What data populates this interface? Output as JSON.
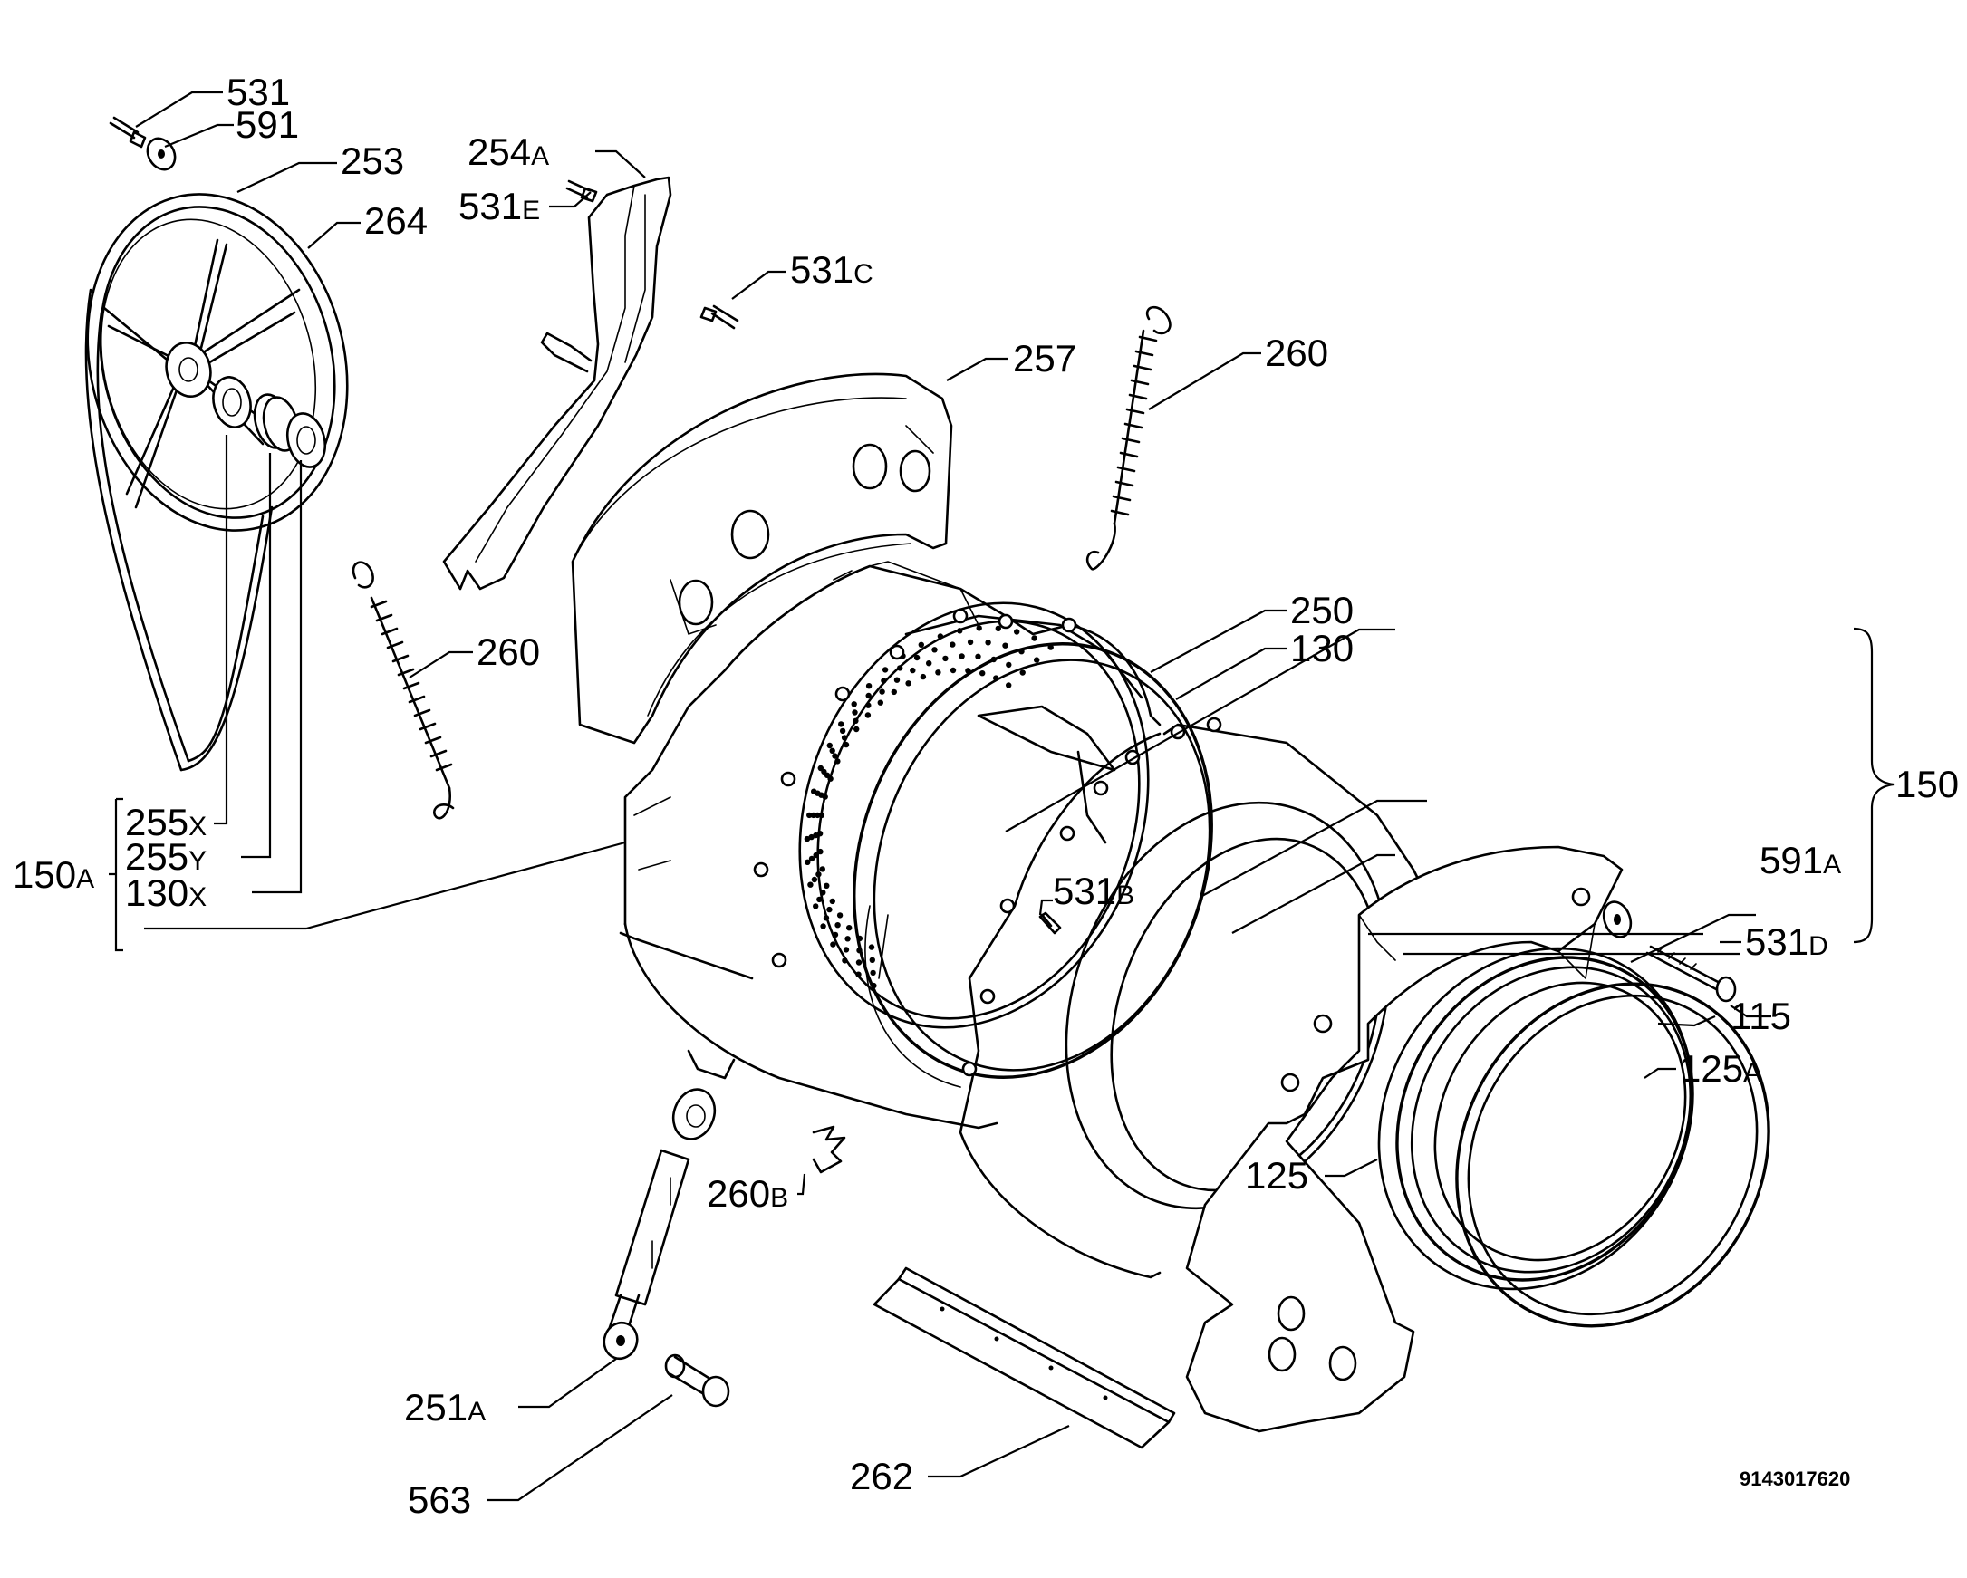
{
  "diagram_code": "9143017620",
  "labels": {
    "p531": "531",
    "p591": "591",
    "p253": "253",
    "p264": "264",
    "p254a": "254",
    "p254a_sfx": "A",
    "p531e": "531",
    "p531e_sfx": "E",
    "p531c": "531",
    "p531c_sfx": "C",
    "p257": "257",
    "p260_top": "260",
    "p260_left": "260",
    "p250": "250",
    "p130": "130",
    "p150": "150",
    "p591a": "591",
    "p591a_sfx": "A",
    "p531d": "531",
    "p531d_sfx": "D",
    "p531b": "531",
    "p531b_sfx": "B",
    "p115": "115",
    "p125a": "125",
    "p125a_sfx": "A",
    "p125": "125",
    "p255x": "255",
    "p255x_sfx": "X",
    "p255y": "255",
    "p255y_sfx": "Y",
    "p130x": "130",
    "p130x_sfx": "X",
    "p150a": "150",
    "p150a_sfx": "A",
    "p260b": "260",
    "p260b_sfx": "B",
    "p251a": "251",
    "p251a_sfx": "A",
    "p563": "563",
    "p262": "262"
  }
}
